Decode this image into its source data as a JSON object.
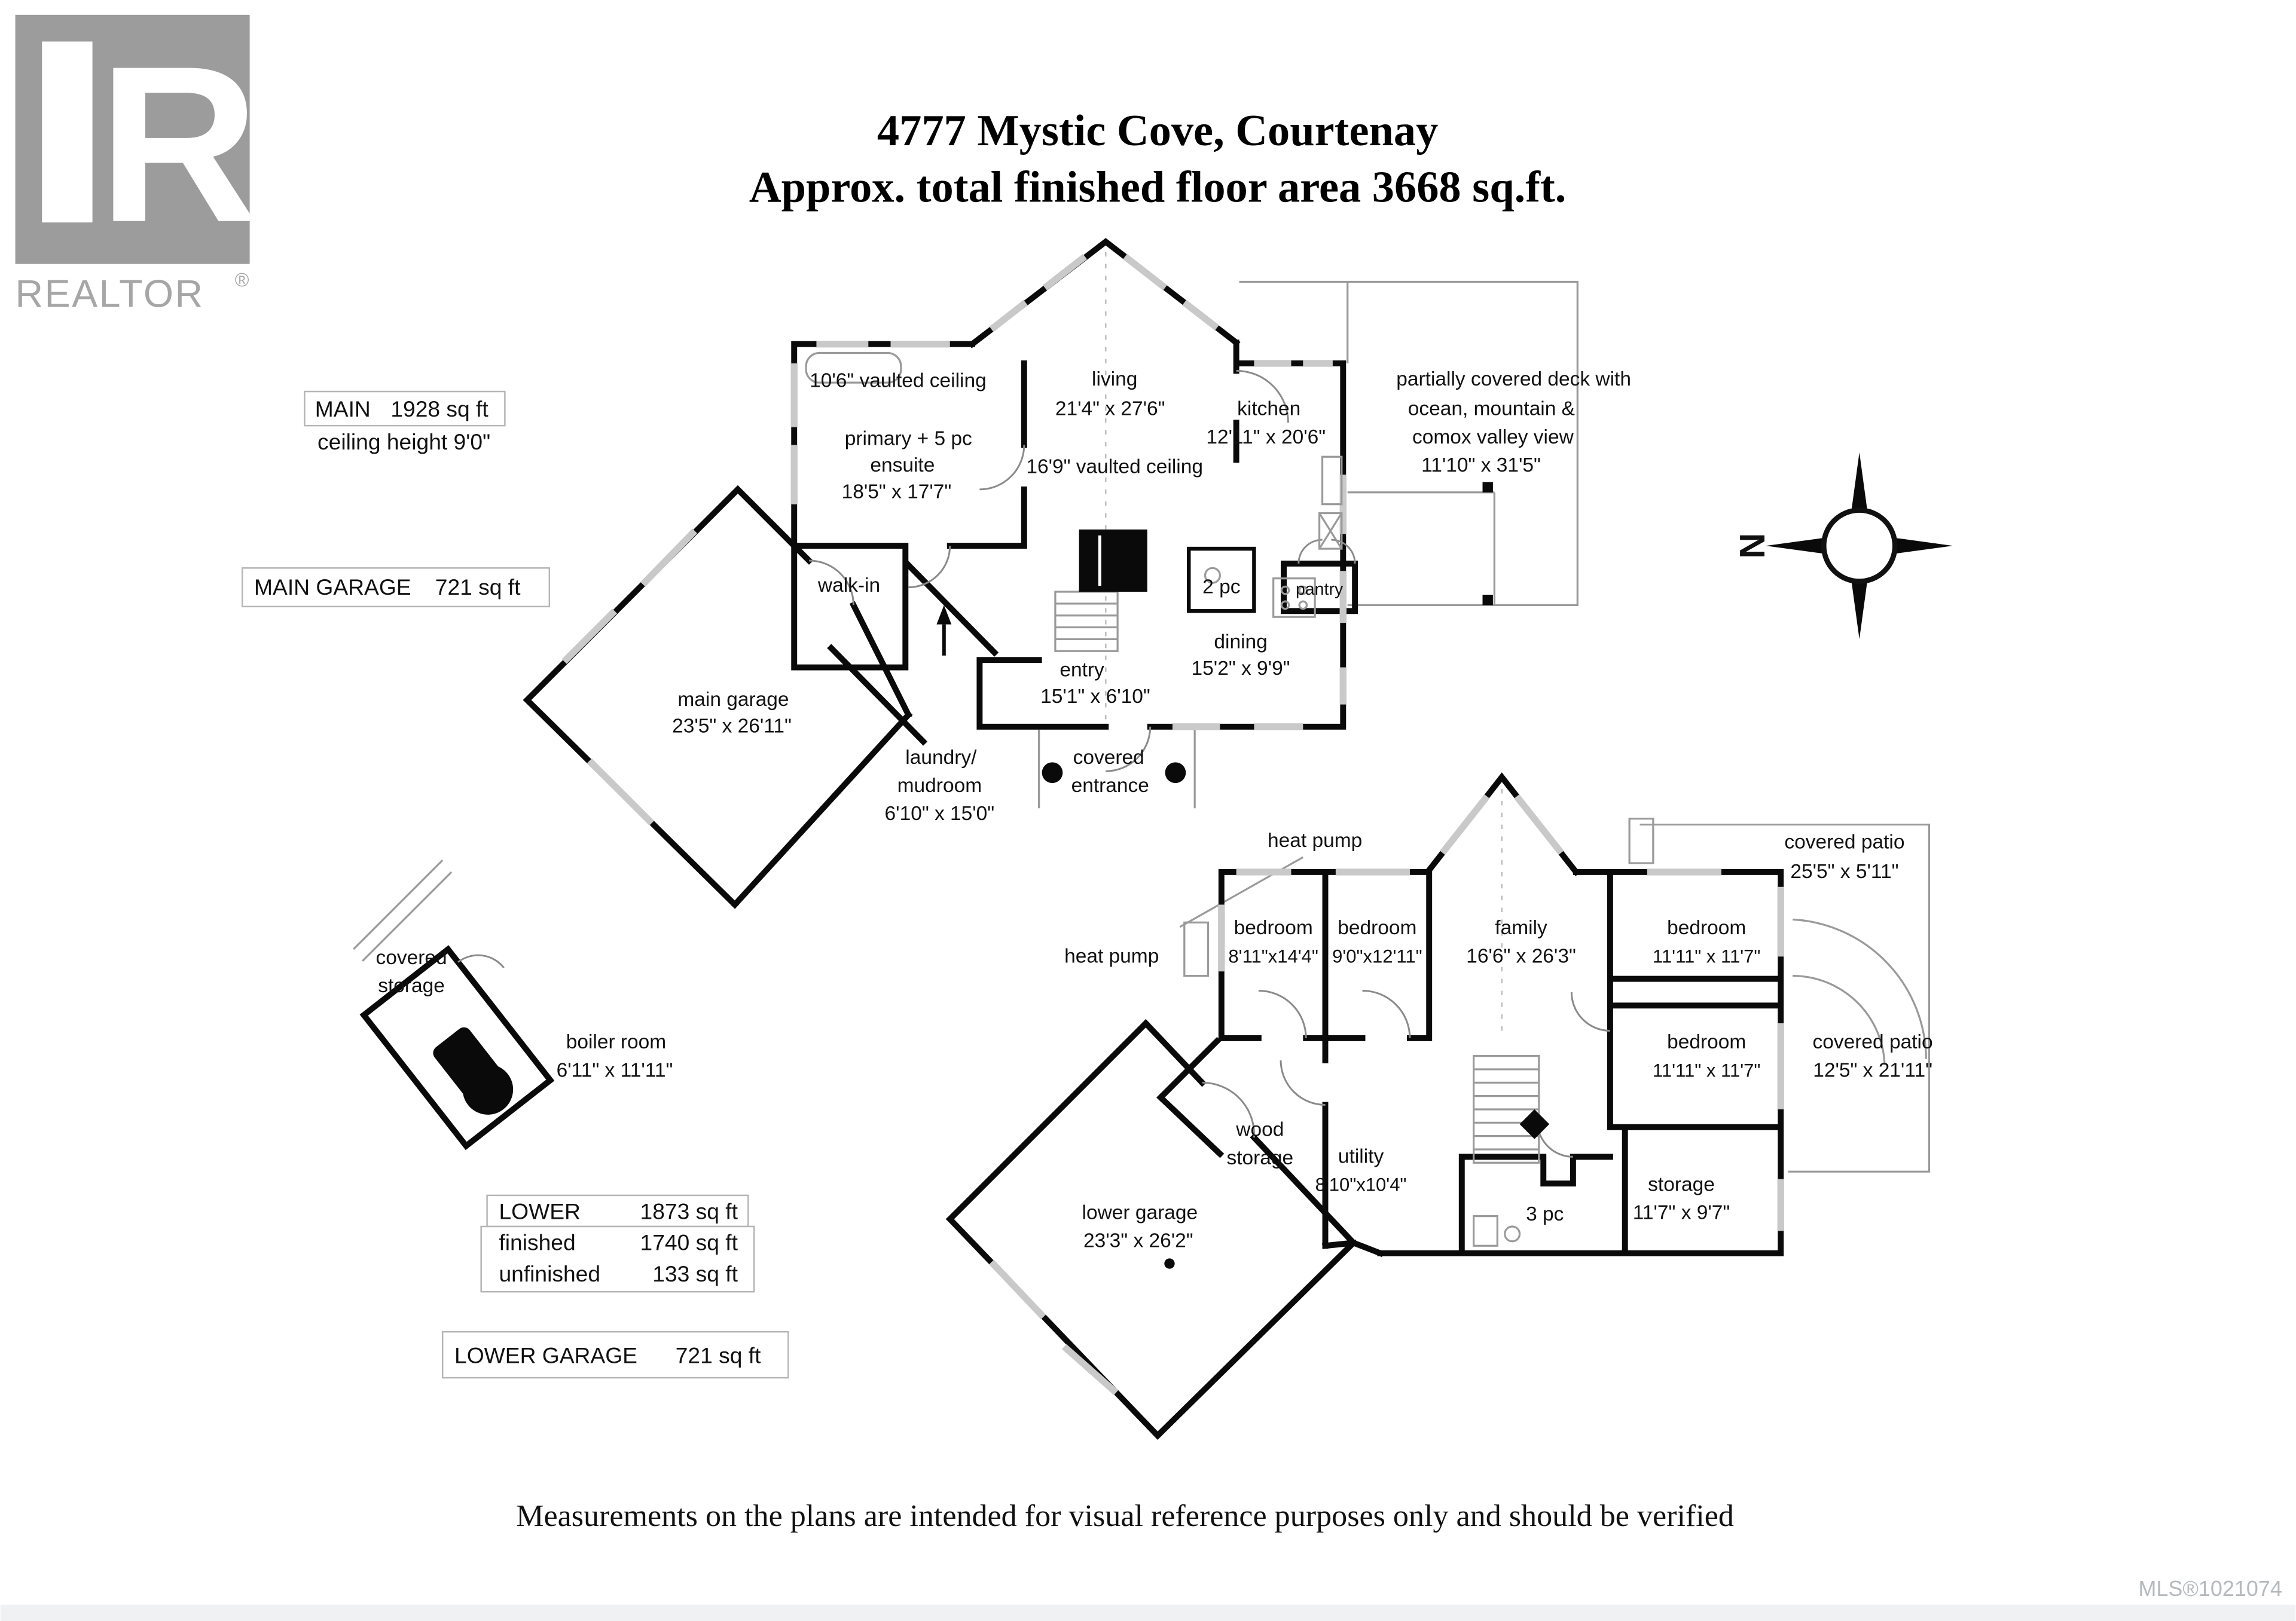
{
  "header": {
    "title_line1": "4777 Mystic Cove, Courtenay",
    "title_line2": "Approx. total finished floor area 3668 sq.ft."
  },
  "branding": {
    "logo_letter": "R",
    "wordmark": "REALTOR",
    "registered_mark": "®",
    "logo_gray": "#9c9c9c"
  },
  "area_summary": {
    "main_label": "MAIN",
    "main_value": "1928 sq ft",
    "main_ceiling": "ceiling height 9'0\"",
    "main_garage_label": "MAIN GARAGE",
    "main_garage_value": "721 sq ft",
    "lower_label": "LOWER",
    "lower_value": "1873 sq ft",
    "finished_label": "finished",
    "finished_value": "1740 sq ft",
    "unfinished_label": "unfinished",
    "unfinished_value": "133 sq ft",
    "lower_garage_label": "LOWER GARAGE",
    "lower_garage_value": "721 sq ft"
  },
  "compass": {
    "north_letter": "N"
  },
  "main_floor": {
    "vaulted": "10'6\" vaulted ceiling",
    "primary_l1": "primary + 5 pc",
    "primary_l2": "ensuite",
    "primary_dim": "18'5\" x 17'7\"",
    "walk_in": "walk-in",
    "living": "living",
    "living_dim": "21'4\" x 27'6\"",
    "living_vault": "16'9\" vaulted ceiling",
    "kitchen": "kitchen",
    "kitchen_dim": "12'11\" x 20'6\"",
    "deck_l1": "partially covered deck with",
    "deck_l2": "ocean, mountain &",
    "deck_l3": "comox valley view",
    "deck_dim": "11'10\" x 31'5\"",
    "two_pc": "2 pc",
    "pantry": "pantry",
    "dining": "dining",
    "dining_dim": "15'2\" x 9'9\"",
    "entry": "entry",
    "entry_dim": "15'1\" x 6'10\"",
    "covered_l1": "covered",
    "covered_l2": "entrance",
    "laundry_l1": "laundry/",
    "laundry_l2": "mudroom",
    "laundry_dim": "6'10\" x 15'0\"",
    "garage": "main garage",
    "garage_dim": "23'5\" x 26'11\""
  },
  "lower_floor": {
    "heat_pump_top": "heat pump",
    "heat_pump_left": "heat pump",
    "bedroom1": "bedroom",
    "bedroom1_dim": "8'11\"x14'4\"",
    "bedroom2": "bedroom",
    "bedroom2_dim": "9'0\"x12'11\"",
    "family": "family",
    "family_dim": "16'6\" x 26'3\"",
    "bedroom3": "bedroom",
    "bedroom3_dim": "11'11\" x 11'7\"",
    "bedroom4": "bedroom",
    "bedroom4_dim": "11'11\" x 11'7\"",
    "patio_top": "covered patio",
    "patio_top_dim": "25'5\" x 5'11\"",
    "patio_right": "covered patio",
    "patio_right_dim": "12'5\" x 21'11\"",
    "wood_l1": "wood",
    "wood_l2": "storage",
    "utility": "utility",
    "utility_dim": "8'10\"x10'4\"",
    "three_pc": "3 pc",
    "storage": "storage",
    "storage_dim": "11'7\" x 9'7\"",
    "garage": "lower garage",
    "garage_dim": "23'3\" x 26'2\"",
    "covered_storage_l1": "covered",
    "covered_storage_l2": "storage",
    "boiler": "boiler room",
    "boiler_dim": "6'11\" x 11'11\""
  },
  "footer": {
    "disclaimer": "Measurements on the plans are intended for visual reference purposes only and should be verified",
    "mls": "MLS®1021074"
  }
}
